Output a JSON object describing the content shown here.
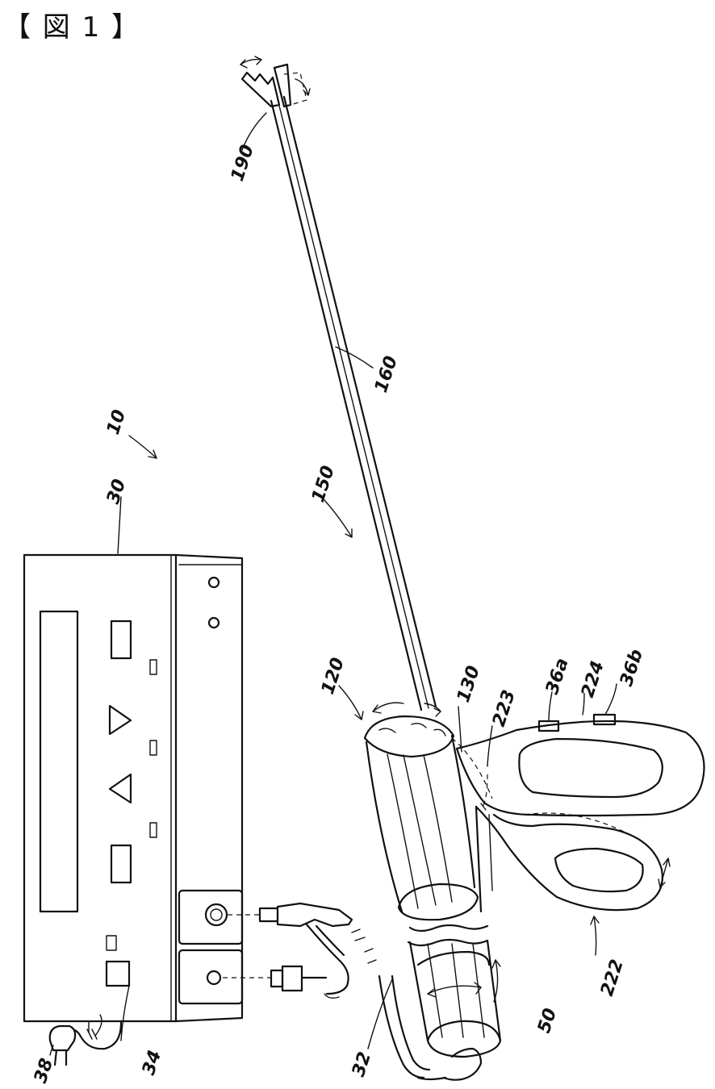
{
  "figure": {
    "title": "【 図 1 】"
  },
  "labels": {
    "l10": "10",
    "l30": "30",
    "l32": "32",
    "l34": "34",
    "l38": "38",
    "l50": "50",
    "l120": "120",
    "l130": "130",
    "l150": "150",
    "l160": "160",
    "l190": "190",
    "l222": "222",
    "l223": "223",
    "l224": "224",
    "l36a": "36a",
    "l36b": "36b"
  }
}
